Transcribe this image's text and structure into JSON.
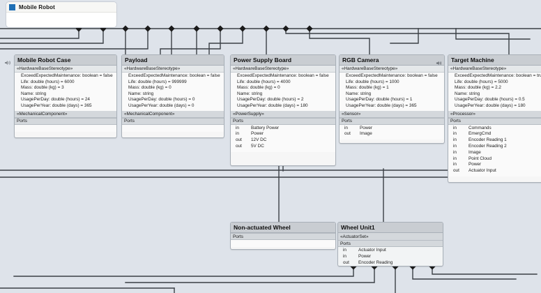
{
  "root_window": {
    "title": "Mobile Robot",
    "swatch_color": "#1f6fb5",
    "icon": "blue-square-icon"
  },
  "canvas": {
    "background": "#dee3ea",
    "line_color": "#3a3f45",
    "header_color": "#c9cdd2",
    "body_color": "#fafafa"
  },
  "blocks": [
    {
      "id": "mobile-robot-case",
      "title": "Mobile Robot Case",
      "stereotype": "«HardwareBaseStereotype»",
      "attributes": [
        "ExceedExpectedMaintenance: boolean = false",
        "Life: double (hours) = 6000",
        "Mass: double (kg) = 3",
        "Name: string",
        "UsagePerDay: double (hours) = 24",
        "UsagePerYear: double (days) = 365"
      ],
      "second_stereotype": "«MechanicalComponent»",
      "ports_label": "Ports",
      "ports": []
    },
    {
      "id": "payload",
      "title": "Payload",
      "stereotype": "«HardwareBaseStereotype»",
      "attributes": [
        "ExceedExpectedMaintenance: boolean = false",
        "Life: double (hours) = 999999",
        "Mass: double (kg) = 0",
        "Name: string",
        "UsagePerDay: double (hours) = 0",
        "UsagePerYear: double (days) = 0"
      ],
      "second_stereotype": "«MechanicalComponent»",
      "ports_label": "Ports",
      "ports": []
    },
    {
      "id": "power-supply-board",
      "title": "Power Supply Board",
      "stereotype": "«HardwareBaseStereotype»",
      "attributes": [
        "ExceedExpectedMaintenance: boolean = false",
        "Life: double (hours) = 4000",
        "Mass: double (kg) = 0",
        "Name: string",
        "UsagePerDay: double (hours) = 2",
        "UsagePerYear: double (days) = 180"
      ],
      "second_stereotype": "«PowerSupply»",
      "ports_label": "Ports",
      "ports": [
        {
          "dir": "in",
          "name": "Battery Power"
        },
        {
          "dir": "in",
          "name": "Power"
        },
        {
          "dir": "out",
          "name": "12V DC"
        },
        {
          "dir": "out",
          "name": "5V DC"
        }
      ]
    },
    {
      "id": "rgb-camera",
      "title": "RGB Camera",
      "stereotype": "«HardwareBaseStereotype»",
      "attributes": [
        "ExceedExpectedMaintenance: boolean = false",
        "Life: double (hours) = 1000",
        "Mass: double (kg) = 1",
        "Name: string",
        "UsagePerDay: double (hours) = 1",
        "UsagePerYear: double (days) = 365"
      ],
      "second_stereotype": "«Sensor»",
      "ports_label": "Ports",
      "ports": [
        {
          "dir": "in",
          "name": "Power"
        },
        {
          "dir": "out",
          "name": "Image"
        }
      ]
    },
    {
      "id": "target-machine",
      "title": "Target Machine",
      "stereotype": "«HardwareBaseStereotype»",
      "attributes": [
        "ExceedExpectedMaintenance: boolean = true",
        "Life: double (hours) = 5000",
        "Mass: double (kg) = 2.2",
        "Name: string",
        "UsagePerDay: double (hours) = 0.5",
        "UsagePerYear: double (days) = 180"
      ],
      "second_stereotype": "«Processor»",
      "ports_label": "Ports",
      "ports": [
        {
          "dir": "in",
          "name": "Commands"
        },
        {
          "dir": "in",
          "name": "EmergCmd"
        },
        {
          "dir": "in",
          "name": "Encoder Reading 1"
        },
        {
          "dir": "in",
          "name": "Encoder Reading 2"
        },
        {
          "dir": "in",
          "name": "Image"
        },
        {
          "dir": "in",
          "name": "Point Cloud"
        },
        {
          "dir": "in",
          "name": "Power"
        },
        {
          "dir": "out",
          "name": "Actuator Input"
        }
      ]
    },
    {
      "id": "non-actuated-wheel",
      "title": "Non-actuated Wheel",
      "stereotype": "",
      "attributes": [],
      "second_stereotype": "",
      "ports_label": "Ports",
      "ports": []
    },
    {
      "id": "wheel-unit1",
      "title": "Wheel Unit1",
      "stereotype": "«ActuatorSet»",
      "attributes": [],
      "second_stereotype": "",
      "ports_label": "Ports",
      "ports": [
        {
          "dir": "in",
          "name": "Actuator Input"
        },
        {
          "dir": "in",
          "name": "Power"
        },
        {
          "dir": "out",
          "name": "Encoder Reading"
        }
      ]
    }
  ]
}
